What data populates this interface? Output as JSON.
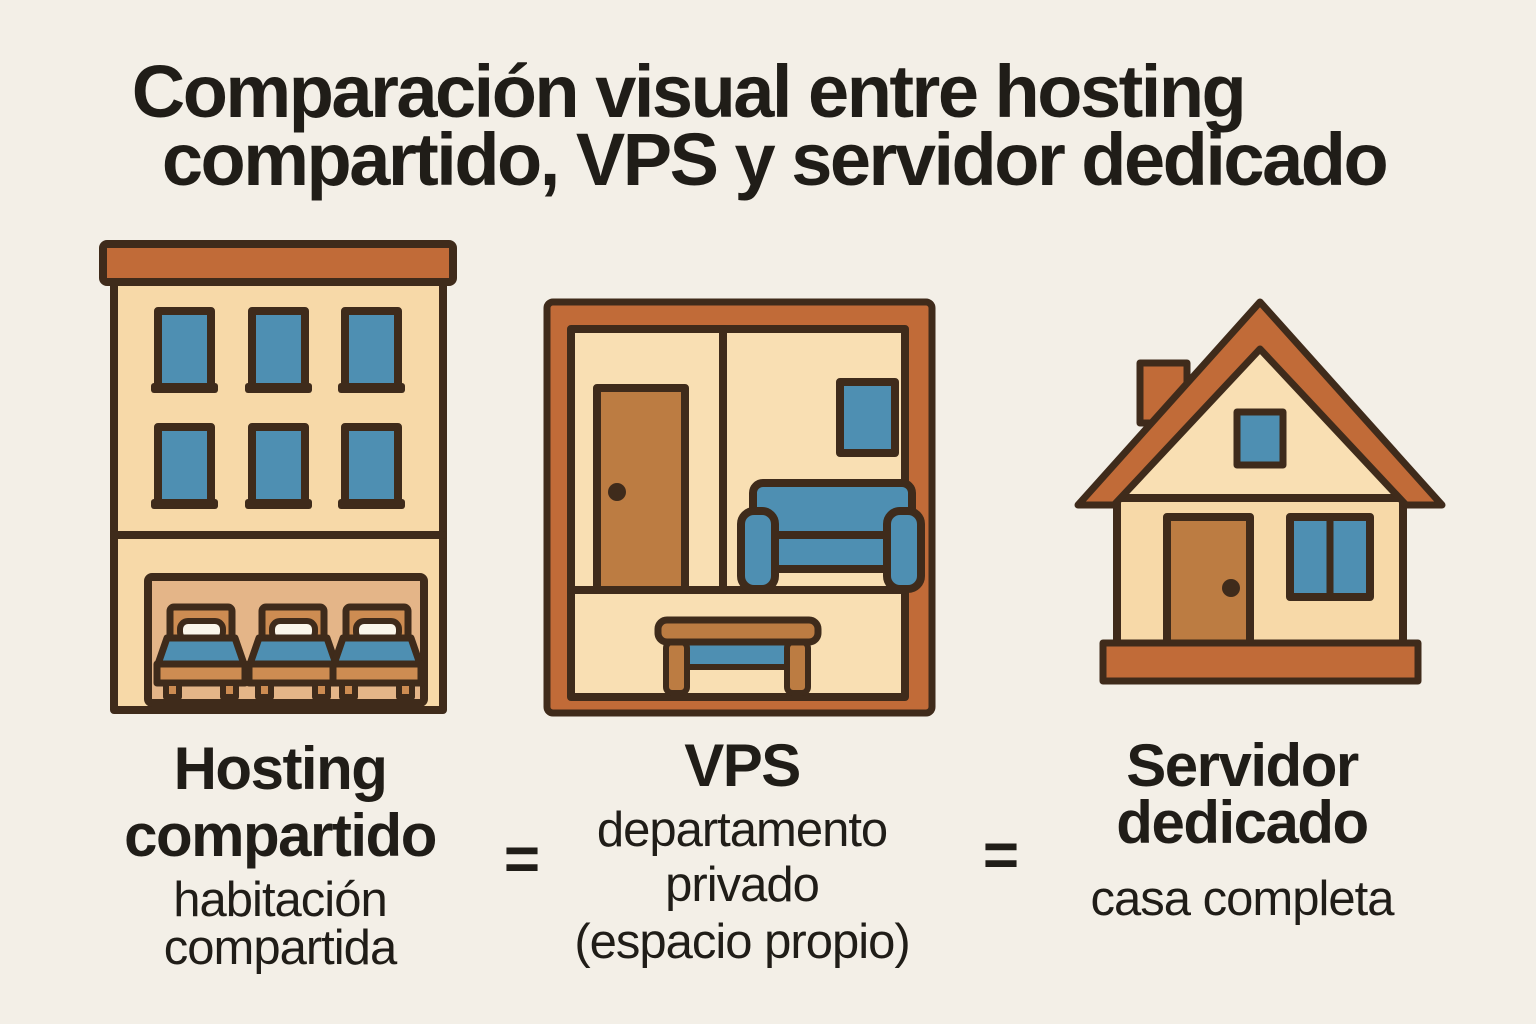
{
  "title": {
    "line1": "Comparación visual entre hosting",
    "line2": "compartido, VPS y servidor dedicado"
  },
  "equals_sign": "=",
  "columns": [
    {
      "name": "hosting-compartido",
      "illustration": "three-story-building-with-shared-bedroom",
      "heading_lines": [
        "Hosting",
        "compartido"
      ],
      "subtitle_lines": [
        "habitación",
        "compartida"
      ]
    },
    {
      "name": "vps",
      "illustration": "private-apartment-interior",
      "heading_lines": [
        "VPS"
      ],
      "subtitle_lines": [
        "departamento",
        "privado",
        "(espacio propio)"
      ]
    },
    {
      "name": "servidor-dedicado",
      "illustration": "complete-house",
      "heading_lines": [
        "Servidor",
        "dedicado"
      ],
      "subtitle_lines": [
        "casa completa"
      ]
    }
  ],
  "colors": {
    "bg": "#F3EFE7",
    "ink": "#201D18",
    "outline": "#3F2B1B",
    "roof": "#C16B38",
    "wall": "#F7D9A8",
    "wall-light": "#F9DFB3",
    "blue": "#4E8FB2",
    "door": "#BC7C42",
    "interior": "#E4B588",
    "bed": "#CD8C52",
    "pillow": "#FBF6EA"
  }
}
